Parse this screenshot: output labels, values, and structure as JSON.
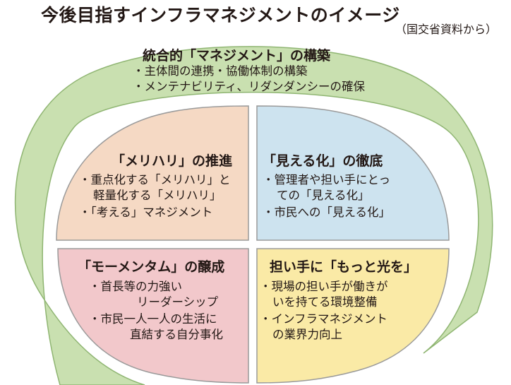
{
  "title": "今後目指すインフラマネジメントのイメージ",
  "source": "（国交省資料から）",
  "outer": {
    "heading": "統合的「マネジメント」の構築",
    "items": [
      "・主体間の連携・協働体制の構築",
      "・メンテナビリティ、リダンダンシーの確保"
    ]
  },
  "quadrants": {
    "top_left": {
      "heading": "「メリハリ」の推進",
      "items": [
        "・重点化する「メリハリ」と",
        "軽量化する「メリハリ」",
        "・「考える」マネジメント"
      ]
    },
    "top_right": {
      "heading": "「見える化」の徹底",
      "items": [
        "・管理者や担い手にとっ",
        "ての「見える化」",
        "・市民への「見える化」"
      ]
    },
    "bottom_left": {
      "heading": "「モーメンタム」の醸成",
      "items": [
        "・首長等の力強い",
        "リーダーシップ",
        "・市民一人一人の生活に",
        "直結する自分事化"
      ]
    },
    "bottom_right": {
      "heading": "担い手に「もっと光を」",
      "items": [
        "・現場の担い手が働きが",
        "いを持てる環境整備",
        "・インフラマネジメント",
        "の業界力向上"
      ]
    }
  },
  "colors": {
    "outer_fill": "#c9e0b0",
    "outer_stroke": "#8fb572",
    "top_left_fill": "#f5d9c4",
    "top_right_fill": "#cde3ef",
    "bottom_left_fill": "#f2c8cb",
    "bottom_right_fill": "#faeaa6",
    "quadrant_stroke": "#9a9a9a"
  }
}
